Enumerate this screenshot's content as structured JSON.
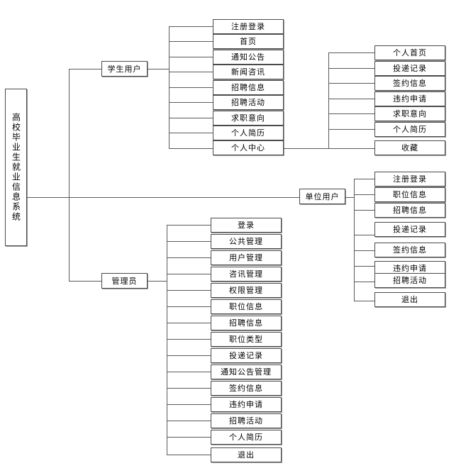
{
  "diagram": {
    "type": "tree-structure-chart",
    "title": "高校毕业生就业信息系统",
    "root": {
      "label": "高校毕业生就业信息系统"
    },
    "branches": [
      {
        "id": "student",
        "label": "学生用户",
        "children": [
          {
            "label": "注册登录"
          },
          {
            "label": "首页"
          },
          {
            "label": "通知公告"
          },
          {
            "label": "新闻咨讯"
          },
          {
            "label": "招聘信息"
          },
          {
            "label": "招聘活动"
          },
          {
            "label": "求职意向"
          },
          {
            "label": "个人简历"
          },
          {
            "label": "个人中心"
          }
        ],
        "subbranch": {
          "parent": "个人中心",
          "children": [
            {
              "label": "个人首页"
            },
            {
              "label": "投递记录"
            },
            {
              "label": "签约信息"
            },
            {
              "label": "违约申请"
            },
            {
              "label": "求职意向"
            },
            {
              "label": "个人简历"
            },
            {
              "label": "收藏"
            }
          ]
        }
      },
      {
        "id": "employer",
        "label": "单位用户",
        "children": [
          {
            "label": "注册登录"
          },
          {
            "label": "职位信息"
          },
          {
            "label": "招聘信息"
          },
          {
            "label": "投递记录"
          },
          {
            "label": "签约信息"
          },
          {
            "label": "违约申请"
          },
          {
            "label": "招聘活动"
          },
          {
            "label": "退出"
          }
        ]
      },
      {
        "id": "admin",
        "label": "管理员",
        "children": [
          {
            "label": "登录"
          },
          {
            "label": "公共管理"
          },
          {
            "label": "用户管理"
          },
          {
            "label": "咨讯管理"
          },
          {
            "label": "权限管理"
          },
          {
            "label": "职位信息"
          },
          {
            "label": "招聘信息"
          },
          {
            "label": "职位类型"
          },
          {
            "label": "投递记录"
          },
          {
            "label": "通知公告管理"
          },
          {
            "label": "签约信息"
          },
          {
            "label": "违约申请"
          },
          {
            "label": "招聘活动"
          },
          {
            "label": "个人简历"
          },
          {
            "label": "退出"
          }
        ]
      }
    ],
    "colors": {
      "box_border": "#4a4a4a",
      "box_shadow": "#9a9a9a",
      "connector": "#5a5a5a",
      "background": "#ffffff",
      "text": "#000000"
    }
  }
}
